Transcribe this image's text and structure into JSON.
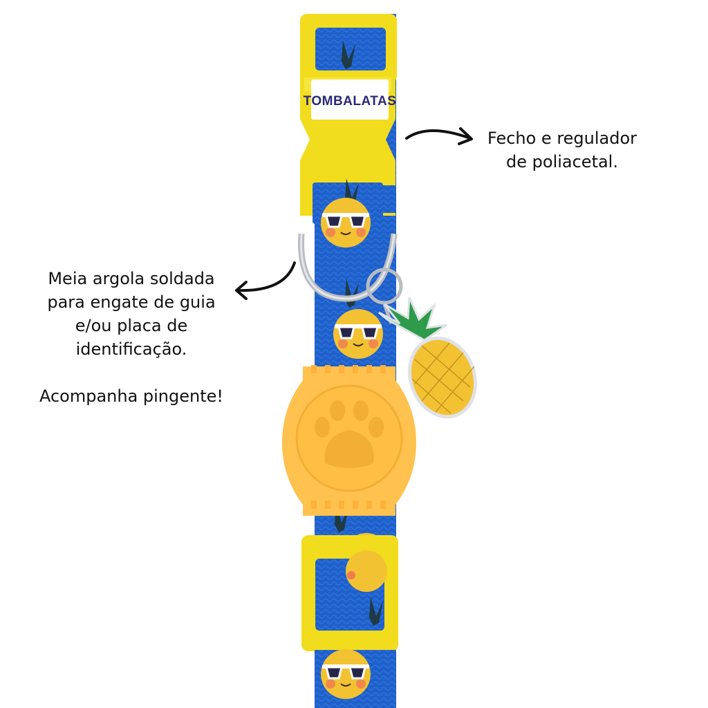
{
  "product_photo": {
    "brand_logo_text": "TOMBALATAS",
    "colors": {
      "webbing": "#1f5fc8",
      "buckle": "#f2dc1e",
      "tag_holder": "#ffc24f",
      "pineapple_body": "#f3c232",
      "pineapple_leaves": "#2d9b4a",
      "metal": "#b9bcc2"
    }
  },
  "annotations": {
    "buckle_note": {
      "lines": [
        "Fecho e regulador",
        "de poliacetal."
      ]
    },
    "ring_note": {
      "lines": [
        "Meia argola soldada",
        "para engate de guia",
        "e/ou placa de",
        "identificação."
      ],
      "extra": "Acompanha pingente!"
    }
  },
  "icons": {
    "buckle_arrow": "curved-arrow-right-icon",
    "ring_arrow": "curved-arrow-left-icon",
    "paw": "paw-print-icon"
  }
}
